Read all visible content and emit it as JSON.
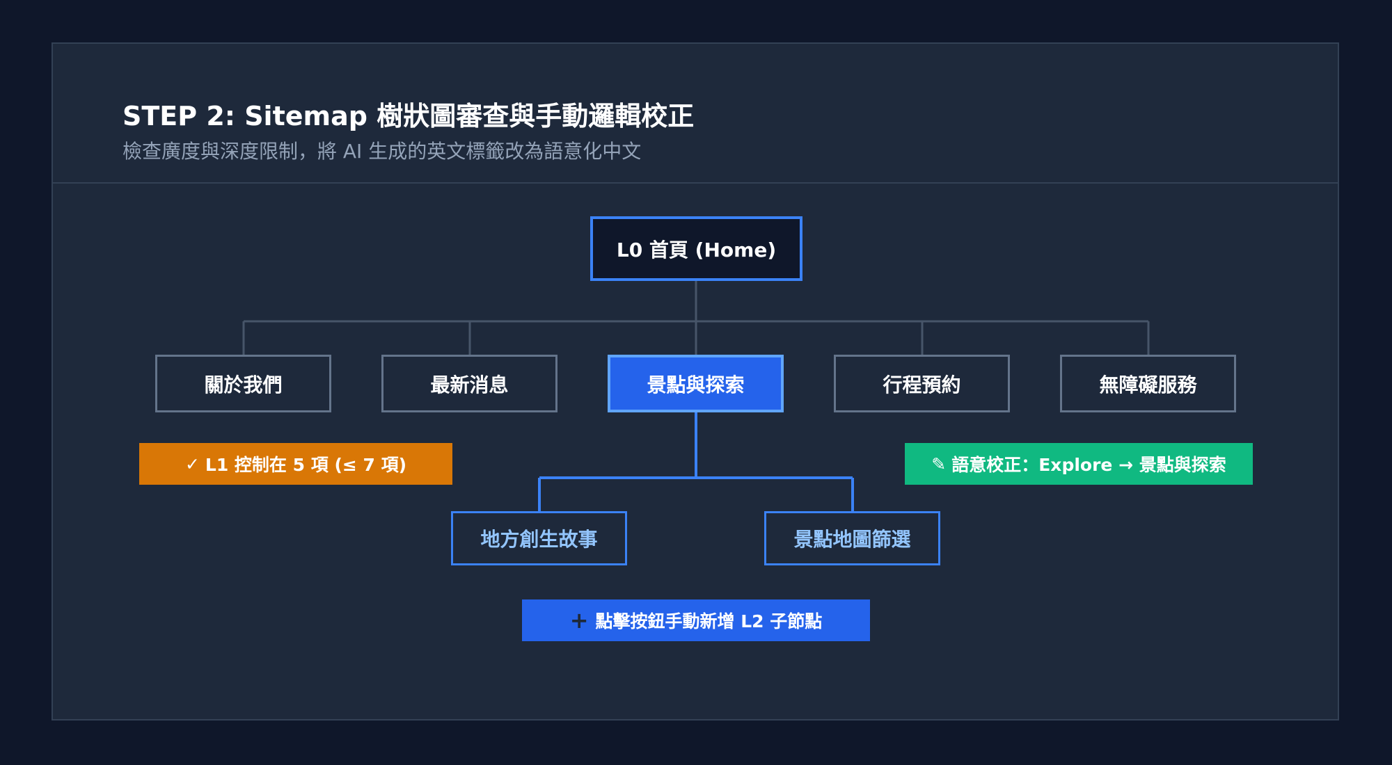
{
  "header": {
    "title": "STEP 2: Sitemap 樹狀圖審查與手動邏輯校正",
    "subtitle": "檢查廣度與深度限制，將 AI 生成的英文標籤改為語意化中文"
  },
  "tree": {
    "root": {
      "label": "L0 首頁 (Home)"
    },
    "level1": [
      {
        "label": "關於我們"
      },
      {
        "label": "最新消息"
      },
      {
        "label": "景點與探索"
      },
      {
        "label": "行程預約"
      },
      {
        "label": "無障礙服務"
      }
    ],
    "level2": [
      {
        "label": "地方創生故事"
      },
      {
        "label": "景點地圖篩選"
      }
    ]
  },
  "badges": {
    "depth": {
      "icon": "check-icon",
      "label": "L1 控制在 5 項 (≤ 7 項)",
      "color": "#d97706"
    },
    "semantic": {
      "icon": "pencil-icon",
      "label": "語意校正：Explore → 景點與探索",
      "color": "#10b981"
    }
  },
  "add_button": {
    "icon": "plus-icon",
    "label": "點擊按鈕手動新增 L2 子節點",
    "color": "#2563eb"
  },
  "colors": {
    "background": "#0f172a",
    "panel": "#1e293b",
    "accent": "#3b82f6",
    "connector": "#475569"
  }
}
